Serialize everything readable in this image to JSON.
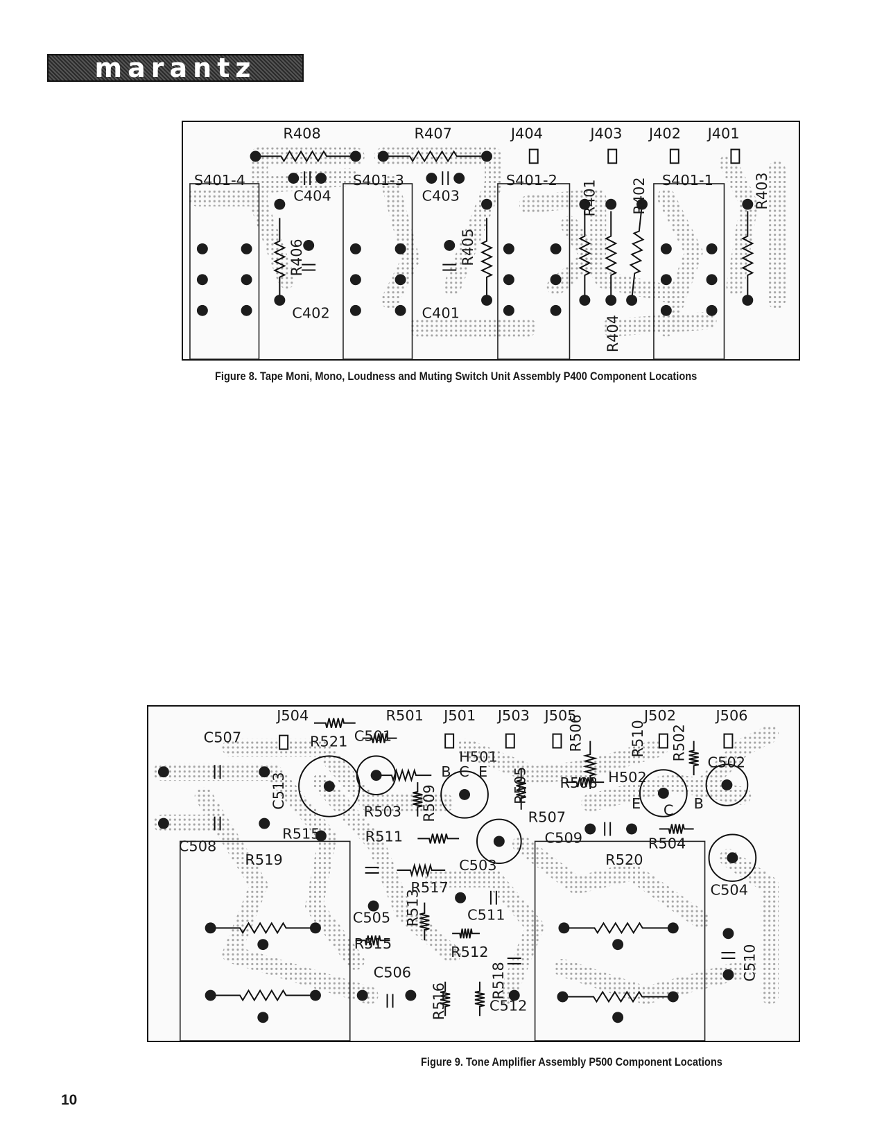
{
  "header": {
    "logo_text": "marantz"
  },
  "figure8": {
    "caption": "Figure 8.  Tape Moni, Mono, Loudness and Muting Switch Unit Assembly P400 Component Locations",
    "labels": [
      "R408",
      "R407",
      "J404",
      "J403",
      "J402",
      "J401",
      "S401-4",
      "C404",
      "S401-3",
      "C403",
      "S401-2",
      "R401",
      "R402",
      "S401-1",
      "R403",
      "R406",
      "R405",
      "C402",
      "C401",
      "R404"
    ]
  },
  "figure9": {
    "caption": "Figure 9.  Tone Amplifier Assembly P500 Component Locations",
    "labels": [
      "J504",
      "R501",
      "J501",
      "J503",
      "J505",
      "J502",
      "J506",
      "C507",
      "R521",
      "C501",
      "R506",
      "R510",
      "R502",
      "H501",
      "C502",
      "R505",
      "B",
      "C",
      "E",
      "R508",
      "H502",
      "C513",
      "R503",
      "R509",
      "R507",
      "E",
      "C",
      "B",
      "R515",
      "R511",
      "C509",
      "R504",
      "C508",
      "R519",
      "C503",
      "R520",
      "R517",
      "C504",
      "C505",
      "R513",
      "C511",
      "R515",
      "R512",
      "C510",
      "C506",
      "R516",
      "R518",
      "C512"
    ]
  },
  "page": {
    "number": "10"
  }
}
